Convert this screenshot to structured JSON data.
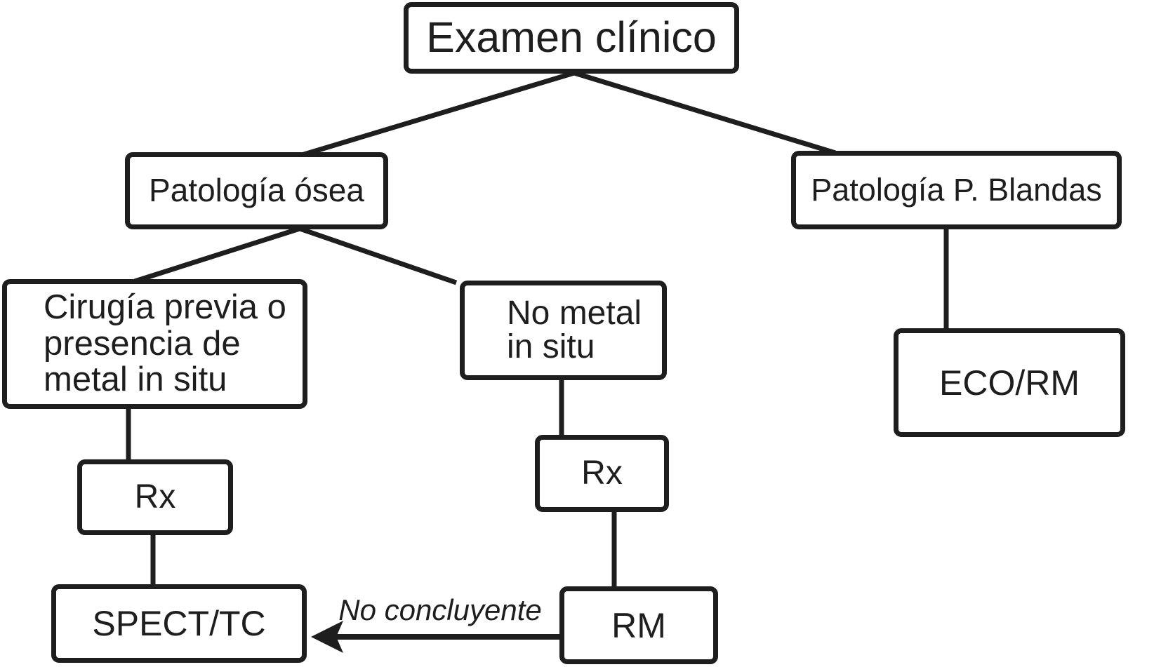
{
  "nodes": {
    "examen_clinico": {
      "label": "Examen clínico"
    },
    "patologia_osea": {
      "label": "Patología ósea"
    },
    "patologia_blandas": {
      "label": "Patología P. Blandas"
    },
    "cirugia_previa": {
      "label": "Cirugía previa o\npresencia de\nmetal in situ"
    },
    "no_metal": {
      "label": "No metal\nin situ"
    },
    "rx_left": {
      "label": "Rx"
    },
    "rx_middle": {
      "label": "Rx"
    },
    "spect_tc": {
      "label": "SPECT/TC"
    },
    "rm": {
      "label": "RM"
    },
    "eco_rm": {
      "label": "ECO/RM"
    }
  },
  "edges": {
    "no_concluyente_label": "No concluyente"
  },
  "colors": {
    "ink": "#1e1e1e",
    "background": "#ffffff"
  }
}
